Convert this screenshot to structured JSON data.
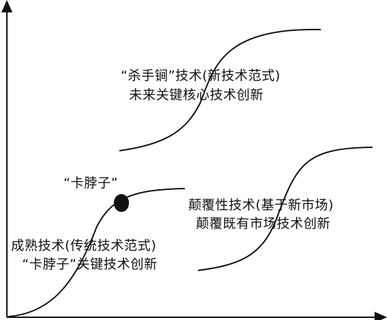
{
  "labels": {
    "killer": {
      "line1": "“杀手锏”技术(新技术范式)",
      "line2": "未来关键核心技术创新"
    },
    "chokepoint_marker": "“卡脖子”",
    "disruptive": {
      "line1": "颠覆性技术(基于新市场)",
      "line2": "颠覆既有市场技术创新"
    },
    "mature": {
      "line1": "成熟技术(传统技术范式)",
      "line2": "“卡脖子”关键技术创新"
    }
  },
  "colors": {
    "stroke": "#111111",
    "marker": "#111111",
    "text": "#111111"
  }
}
